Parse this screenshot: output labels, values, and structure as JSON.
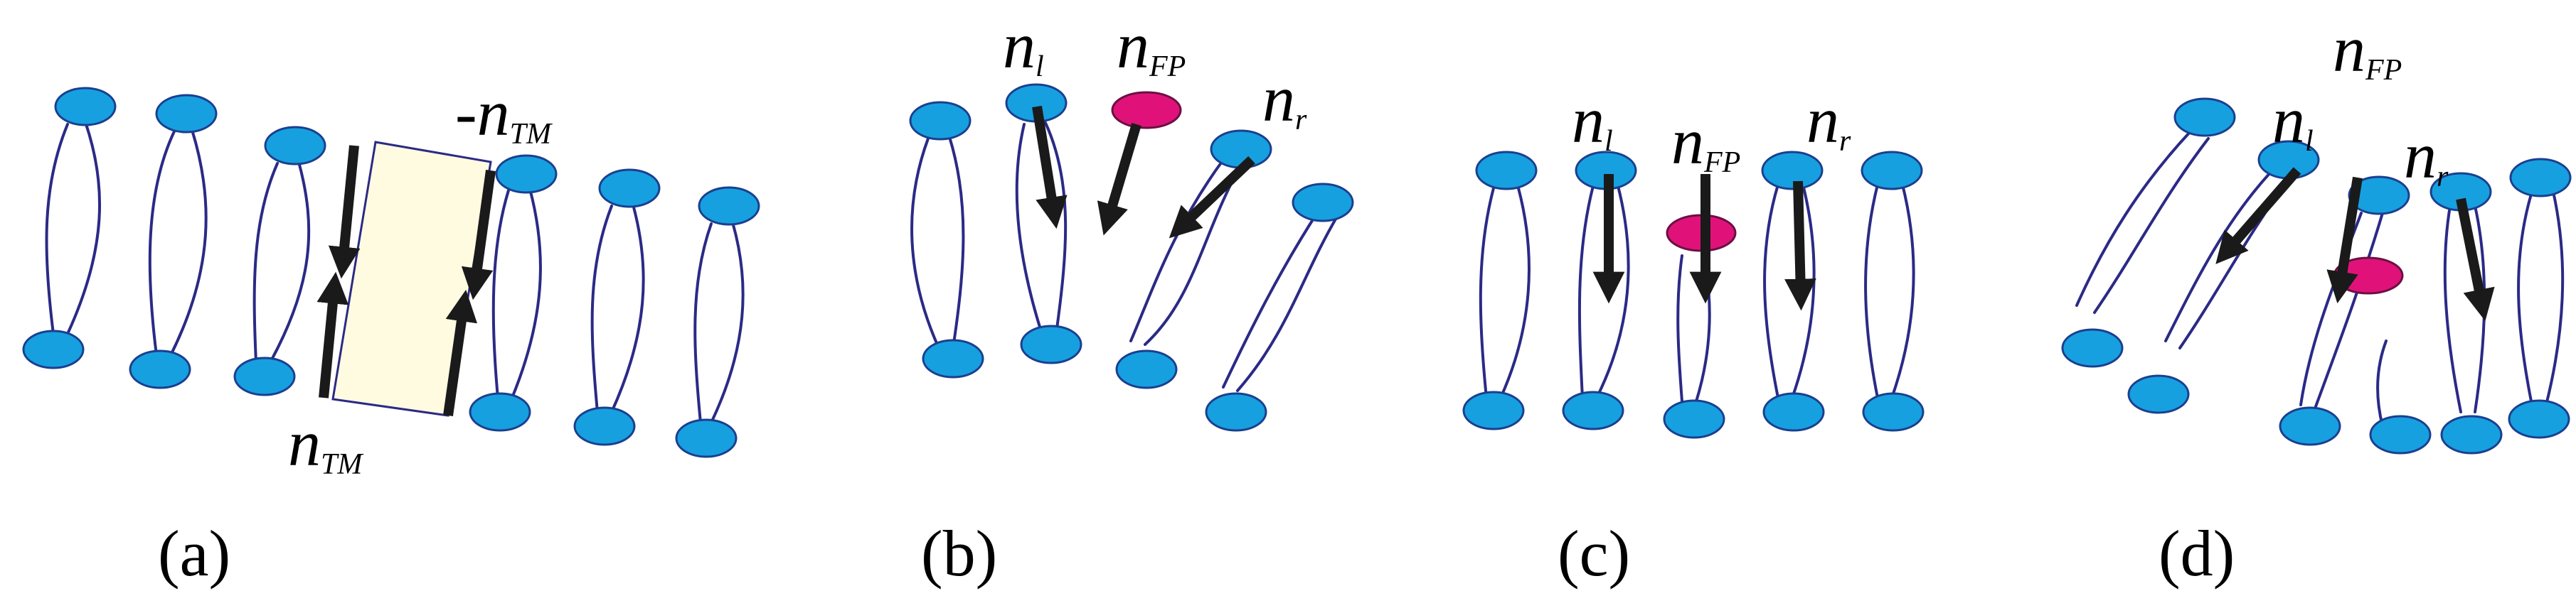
{
  "panels": [
    {
      "caption": "(a)",
      "labels": [
        {
          "sign": "-",
          "base": "n",
          "sub": "TM"
        },
        {
          "sign": "",
          "base": "n",
          "sub": "TM"
        }
      ]
    },
    {
      "caption": "(b)",
      "labels": [
        {
          "base": "n",
          "sub": "l"
        },
        {
          "base": "n",
          "sub": "FP"
        },
        {
          "base": "n",
          "sub": "r"
        }
      ]
    },
    {
      "caption": "(c)",
      "labels": [
        {
          "base": "n",
          "sub": "l"
        },
        {
          "base": "n",
          "sub": "FP"
        },
        {
          "base": "n",
          "sub": "r"
        }
      ]
    },
    {
      "caption": "(d)",
      "labels": [
        {
          "base": "n",
          "sub": "FP"
        },
        {
          "base": "n",
          "sub": "l"
        },
        {
          "base": "n",
          "sub": "r"
        }
      ]
    }
  ],
  "colors": {
    "lipid_head": "#16a0df",
    "fusion_peptide": "#e0127a",
    "tail": "#2b2a86",
    "inclusion": "#fffbe0",
    "arrow": "#1a1a1a"
  },
  "icons": [
    "lipid-molecule",
    "fusion-peptide",
    "transmembrane-inclusion",
    "director-arrow"
  ]
}
